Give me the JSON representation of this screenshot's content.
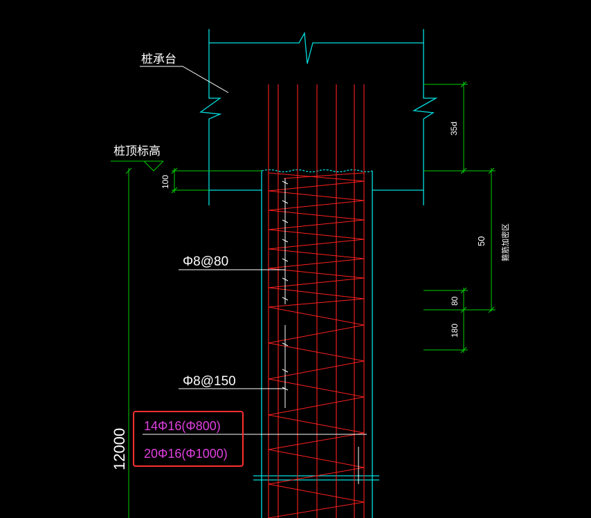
{
  "labels": {
    "pile_cap": "桩承台",
    "pile_top_elev": "桩顶标高",
    "stirrup_dense": "Φ8@80",
    "stirrup_normal": "Φ8@150",
    "rebar_a": "14Φ16(Φ800)",
    "rebar_b": "20Φ16(Φ1000)",
    "dense_zone": "箍筋加密区"
  },
  "dimensions": {
    "anchor": "35d",
    "cover": "100",
    "dense_len": "50",
    "d80": "80",
    "d180": "180",
    "pile_len": "12000"
  },
  "colors": {
    "background": "#000000",
    "outline": "#00e0e0",
    "rebar": "#ff2020",
    "dimension": "#00d000",
    "leader_text": "#ffffff",
    "magenta_text": "#e040e0",
    "highlight_box": "#ff3030"
  }
}
